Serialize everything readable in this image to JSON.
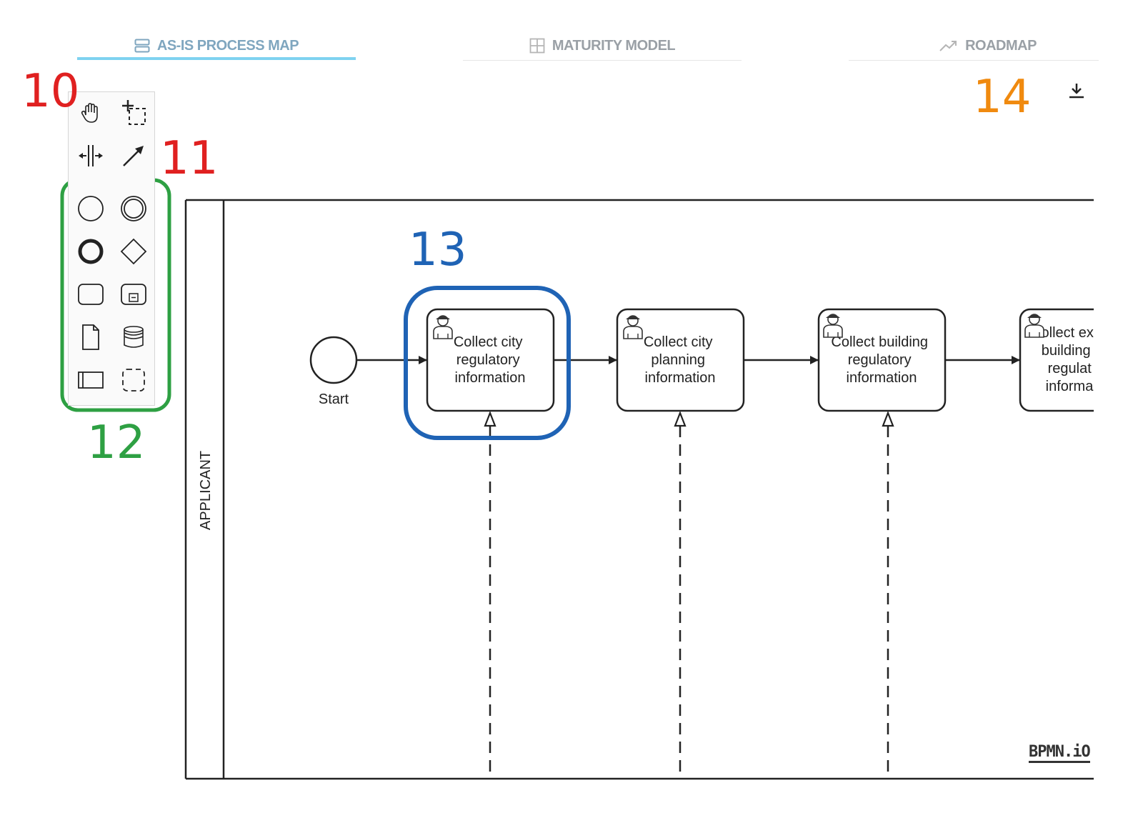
{
  "tabs": [
    {
      "label": "AS-IS PROCESS MAP",
      "active": true,
      "icon": "stacked-rows-icon"
    },
    {
      "label": "MATURITY MODEL",
      "active": false,
      "icon": "grid-icon"
    },
    {
      "label": "ROADMAP",
      "active": false,
      "icon": "trend-up-icon"
    }
  ],
  "toolbar": {
    "download_icon": "download-icon"
  },
  "palette": {
    "tools": [
      "hand-tool-icon",
      "lasso-tool-icon",
      "space-tool-icon",
      "global-connect-icon"
    ],
    "shapes": [
      "start-event-icon",
      "intermediate-event-icon",
      "end-event-icon",
      "gateway-icon",
      "task-icon",
      "subprocess-icon",
      "data-object-icon",
      "data-store-icon",
      "pool-icon",
      "group-icon"
    ]
  },
  "annotations": {
    "a10": "10",
    "a11": "11",
    "a12": "12",
    "a13": "13",
    "a14": "14"
  },
  "colors": {
    "red": "#e02020",
    "green": "#2ea043",
    "blue": "#1f63b5",
    "orange": "#f08a0f",
    "active_tab": "#7fd2f0"
  },
  "diagram": {
    "lane_label": "APPLICANT",
    "start_label": "Start",
    "tasks": [
      {
        "lines": [
          "Collect city",
          "regulatory",
          "information"
        ]
      },
      {
        "lines": [
          "Collect city",
          "planning",
          "information"
        ]
      },
      {
        "lines": [
          "Collect building",
          "regulatory",
          "information"
        ]
      },
      {
        "lines": [
          "ollect ex",
          "building",
          "regulat",
          "informa"
        ]
      }
    ],
    "watermark": "BPMN.iO"
  }
}
